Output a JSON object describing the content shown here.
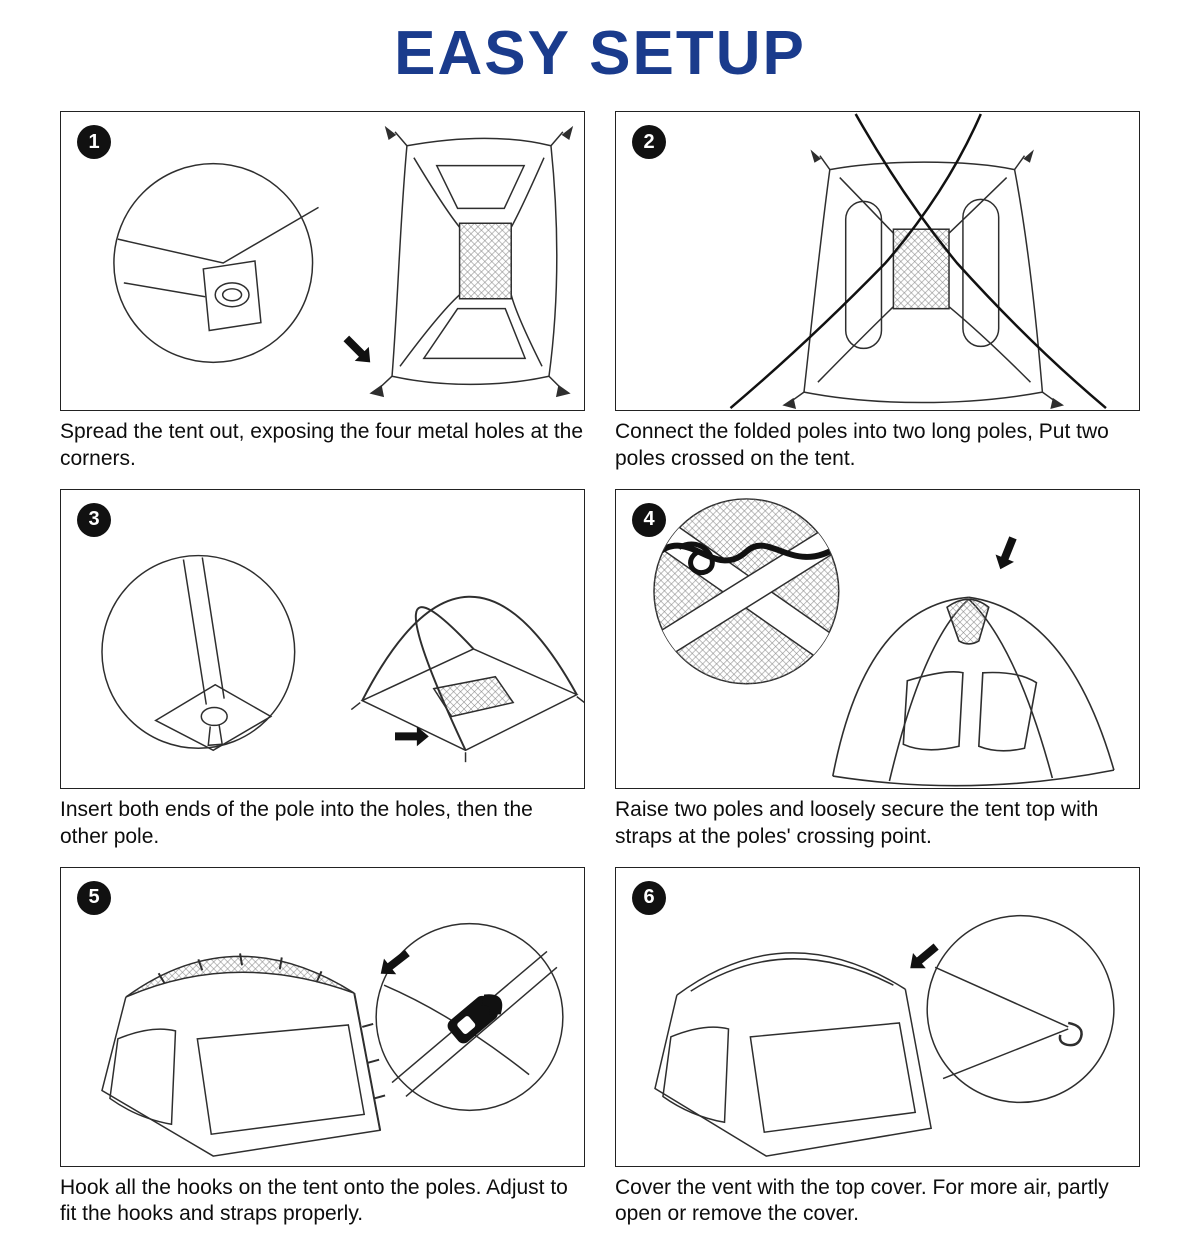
{
  "page": {
    "title": "EASY SETUP"
  },
  "colors": {
    "title_blue": "#1a3b8c",
    "line_art": "#2e2e2e",
    "badge_black": "#111111",
    "box_border": "#222222"
  },
  "icons": {
    "step_badge": "black circle with white numeral",
    "direction_arrow": "solid black arrow",
    "detail_zoom_circle": "magnified detail circle",
    "hook_clip": "black strap hook clip",
    "corner_hook": "small wire hook"
  },
  "steps": [
    {
      "number": "1",
      "caption": "Spread the tent out, exposing the four metal holes at the corners."
    },
    {
      "number": "2",
      "caption": "Connect the folded poles into two long poles, Put two poles crossed on the tent."
    },
    {
      "number": "3",
      "caption": "Insert both ends of the pole into the holes, then the other pole."
    },
    {
      "number": "4",
      "caption": "Raise two poles and loosely secure the tent top with straps at the poles' crossing point."
    },
    {
      "number": "5",
      "caption": "Hook all the hooks on the tent onto the poles. Adjust to fit the hooks and straps properly."
    },
    {
      "number": "6",
      "caption": "Cover the vent with the top cover.  For more air, partly open or remove the cover."
    }
  ]
}
